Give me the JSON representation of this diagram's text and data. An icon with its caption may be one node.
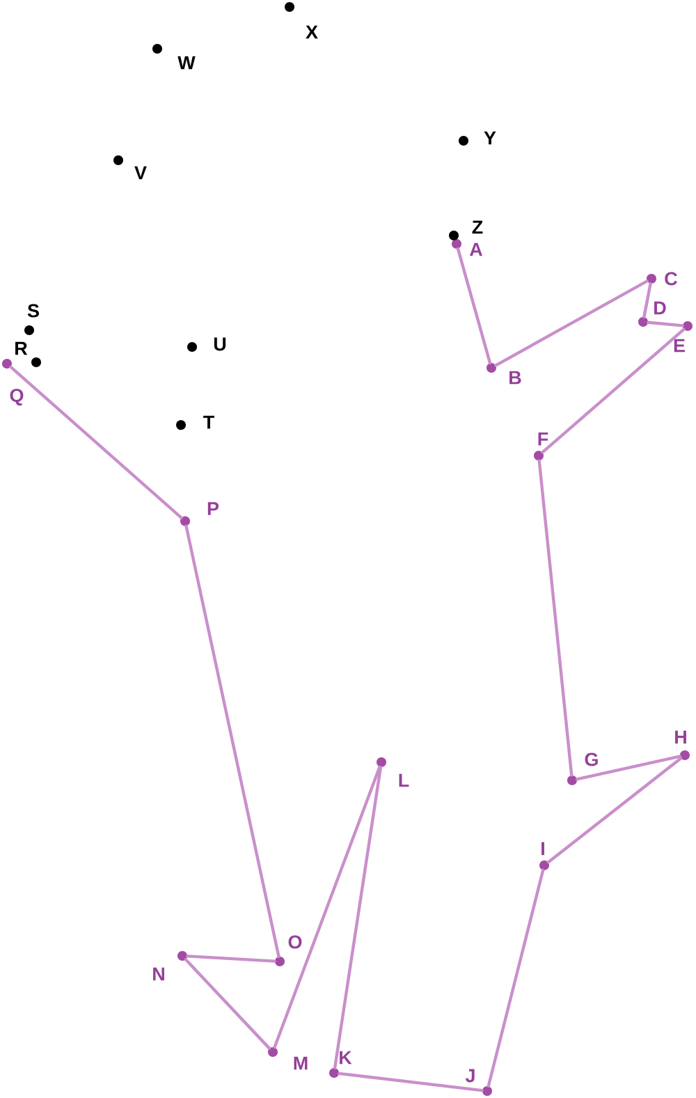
{
  "diagram": {
    "nodes": [
      {
        "text": [],
        "shape": "circle",
        "beside": [
          "A"
        ]
      },
      {
        "text": [],
        "shape": "circle",
        "beside": [
          "B"
        ]
      },
      {
        "text": [],
        "shape": "circle",
        "beside": [
          "C"
        ]
      },
      {
        "text": [],
        "shape": "circle",
        "beside": [
          "D"
        ]
      },
      {
        "text": [],
        "shape": "circle",
        "beside": [
          "E"
        ]
      },
      {
        "text": [],
        "shape": "circle",
        "beside": [
          "F"
        ]
      },
      {
        "text": [],
        "shape": "circle",
        "beside": [
          "G"
        ]
      },
      {
        "text": [],
        "shape": "circle",
        "beside": [
          "H"
        ]
      },
      {
        "text": [],
        "shape": "circle",
        "beside": [
          "I"
        ]
      },
      {
        "text": [],
        "shape": "circle",
        "beside": [
          "J"
        ]
      },
      {
        "text": [],
        "shape": "circle",
        "beside": [
          "K"
        ]
      },
      {
        "text": [],
        "shape": "circle",
        "beside": [
          "L"
        ]
      },
      {
        "text": [],
        "shape": "circle",
        "beside": [
          "M"
        ]
      },
      {
        "text": [],
        "shape": "circle",
        "beside": [
          "N"
        ]
      },
      {
        "text": [],
        "shape": "circle",
        "beside": [
          "O"
        ]
      },
      {
        "text": [],
        "shape": "circle",
        "beside": [
          "P"
        ]
      },
      {
        "text": [],
        "shape": "circle",
        "beside": [
          "Q"
        ]
      },
      {
        "text": [],
        "shape": "circle",
        "beside": [
          "R"
        ]
      },
      {
        "text": [],
        "shape": "circle",
        "beside": [
          "S"
        ]
      },
      {
        "text": [],
        "shape": "circle",
        "beside": [
          "T"
        ]
      },
      {
        "text": [],
        "shape": "circle",
        "beside": [
          "U"
        ]
      },
      {
        "text": [],
        "shape": "circle",
        "beside": [
          "V"
        ]
      },
      {
        "text": [],
        "shape": "circle",
        "beside": [
          "W"
        ]
      },
      {
        "text": [],
        "shape": "circle",
        "beside": [
          "X"
        ]
      },
      {
        "text": [],
        "shape": "circle",
        "beside": [
          "Y"
        ]
      },
      {
        "text": [],
        "shape": "circle",
        "beside": [
          "Z"
        ]
      }
    ],
    "edges": [
      {
        "from": 0,
        "to": 1,
        "arrow": "none"
      },
      {
        "from": 1,
        "to": 2,
        "arrow": "none"
      },
      {
        "from": 2,
        "to": 3,
        "arrow": "none"
      },
      {
        "from": 3,
        "to": 4,
        "arrow": "none"
      },
      {
        "from": 4,
        "to": 5,
        "arrow": "none"
      },
      {
        "from": 5,
        "to": 6,
        "arrow": "none"
      },
      {
        "from": 6,
        "to": 7,
        "arrow": "none"
      },
      {
        "from": 7,
        "to": 8,
        "arrow": "none"
      },
      {
        "from": 8,
        "to": 9,
        "arrow": "none"
      },
      {
        "from": 9,
        "to": 10,
        "arrow": "none"
      },
      {
        "from": 10,
        "to": 11,
        "arrow": "none"
      },
      {
        "from": 11,
        "to": 12,
        "arrow": "none"
      },
      {
        "from": 12,
        "to": 13,
        "arrow": "none"
      },
      {
        "from": 13,
        "to": 14,
        "arrow": "none"
      },
      {
        "from": 14,
        "to": 15,
        "arrow": "none"
      },
      {
        "from": 15,
        "to": 16,
        "arrow": "none"
      }
    ]
  }
}
